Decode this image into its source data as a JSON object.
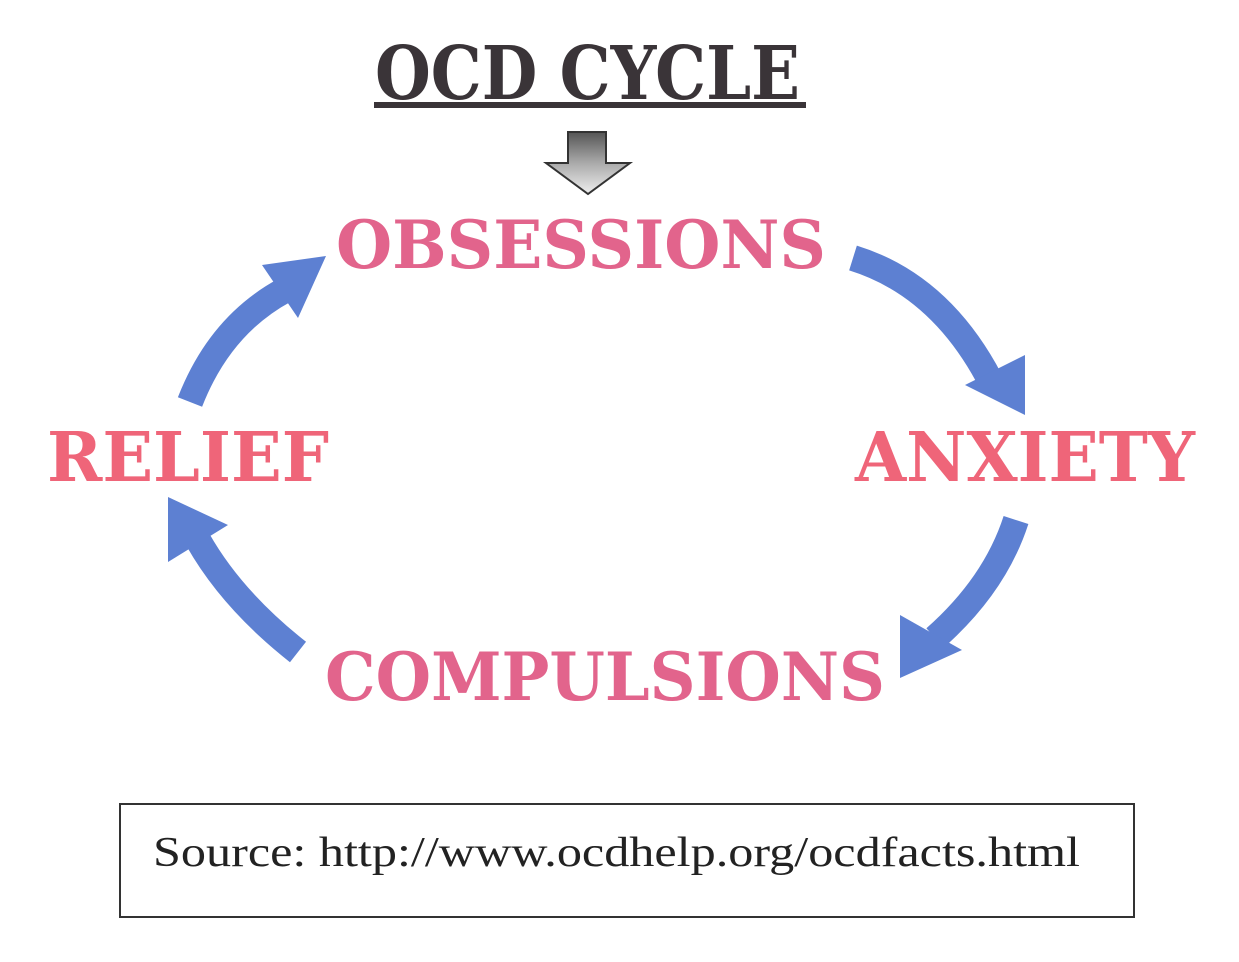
{
  "title": "OCD CYCLE",
  "stages": {
    "obsessions": "OBSESSIONS",
    "anxiety": "ANXIETY",
    "compulsions": "COMPULSIONS",
    "relief": "RELIEF"
  },
  "source": "Source: http://www.ocdhelp.org/ocdfacts.html",
  "colors": {
    "title": "#3a3438",
    "pink": "#e2648c",
    "red": "#ef6579",
    "arrow": "#5d80d2"
  }
}
